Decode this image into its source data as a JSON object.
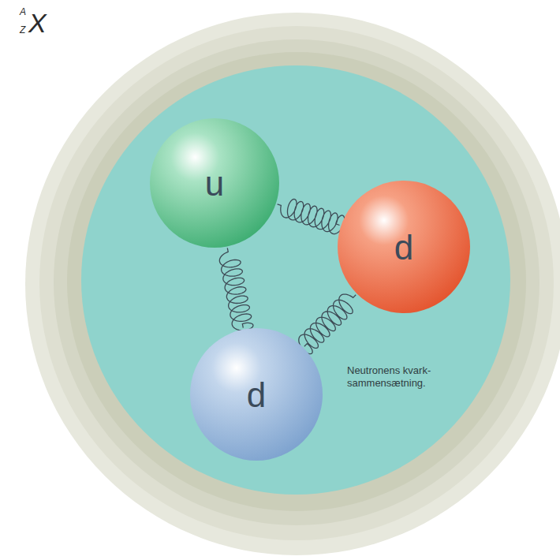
{
  "diagram": {
    "nodes": [
      {
        "text": [
          "Neutronens kvark- sammensætning."
        ]
      },
      {
        "text": [
          "u"
        ],
        "in": 0
      },
      {
        "text": [
          "d"
        ],
        "in": 0
      },
      {
        "text": [
          "d"
        ],
        "in": 0
      }
    ],
    "edges": [
      {
        "from": 1,
        "to": 2,
        "arrow": "none"
      },
      {
        "from": 1,
        "to": 3,
        "arrow": "none"
      },
      {
        "from": 2,
        "to": 3,
        "arrow": "none"
      }
    ],
    "labels": [
      "A",
      "Z",
      "X"
    ]
  }
}
